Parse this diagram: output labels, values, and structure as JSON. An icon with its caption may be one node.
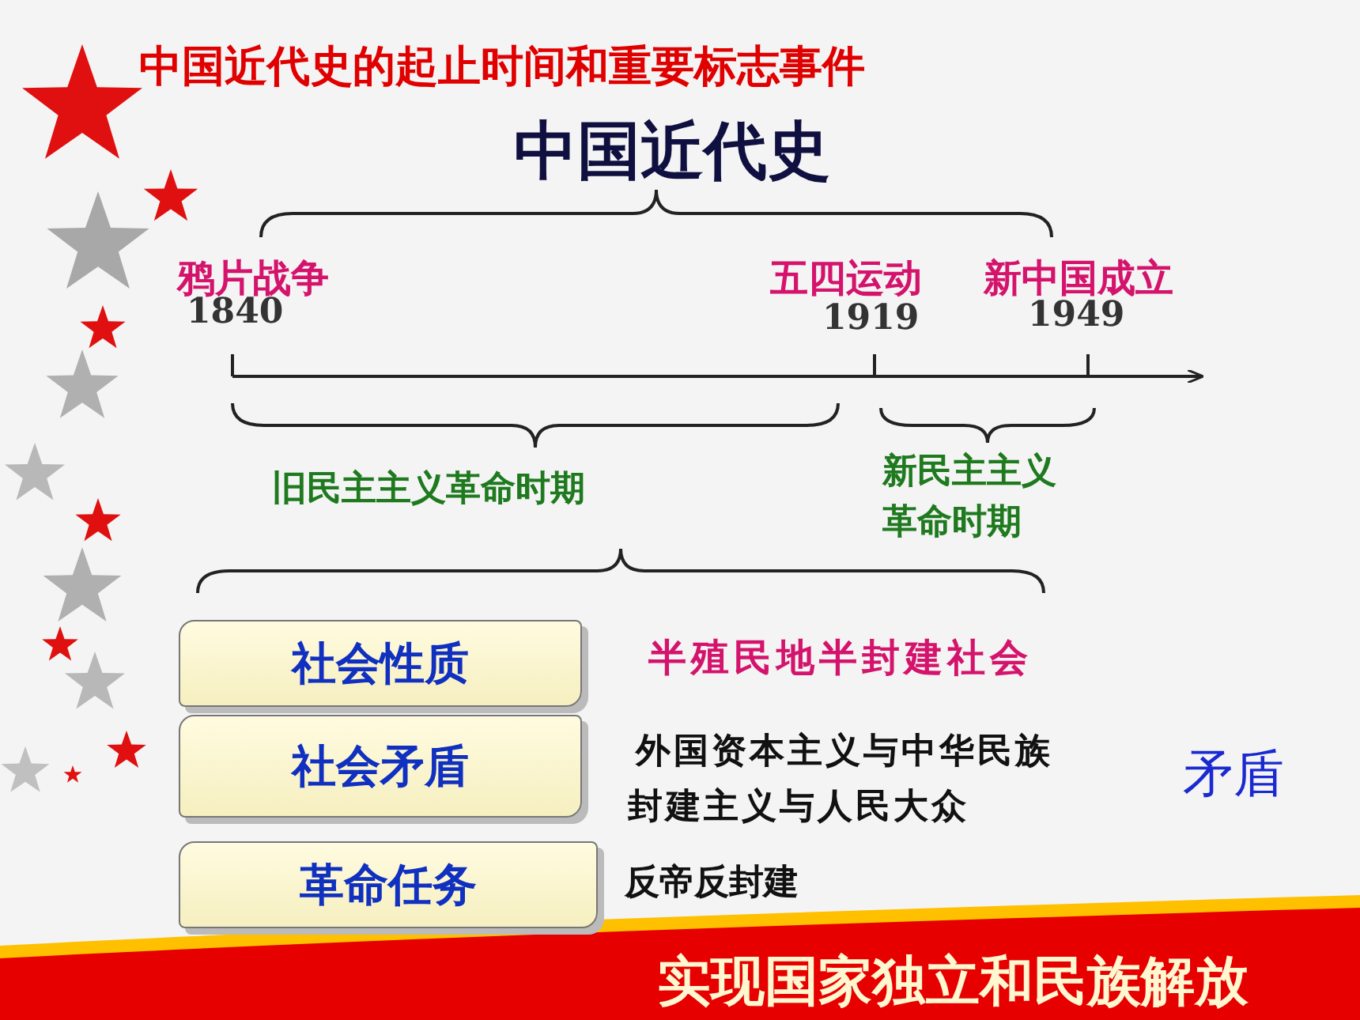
{
  "diagram": {
    "title": "中国近代史的起止时间和重要标志事件",
    "nodes": [
      {
        "text": [
          "社会性质"
        ],
        "beside": [
          "半殖民地半封建社会"
        ]
      },
      {
        "text": [
          "社会矛盾"
        ],
        "beside": [
          "外国资本主义与中华民族",
          "封建主义与人民大众"
        ]
      },
      {
        "text": [
          "革命任务"
        ],
        "beside": [
          "反帝反封建"
        ]
      },
      {
        "text": [
          "实现国家独立和民族解放"
        ]
      }
    ],
    "labels": [
      "中国近代史",
      "鸦片战争",
      "1840",
      "五四运动",
      "1919",
      "新中国成立",
      "1949",
      "旧民主主义革命时期",
      "新民主主义革命时期",
      "矛盾"
    ]
  }
}
